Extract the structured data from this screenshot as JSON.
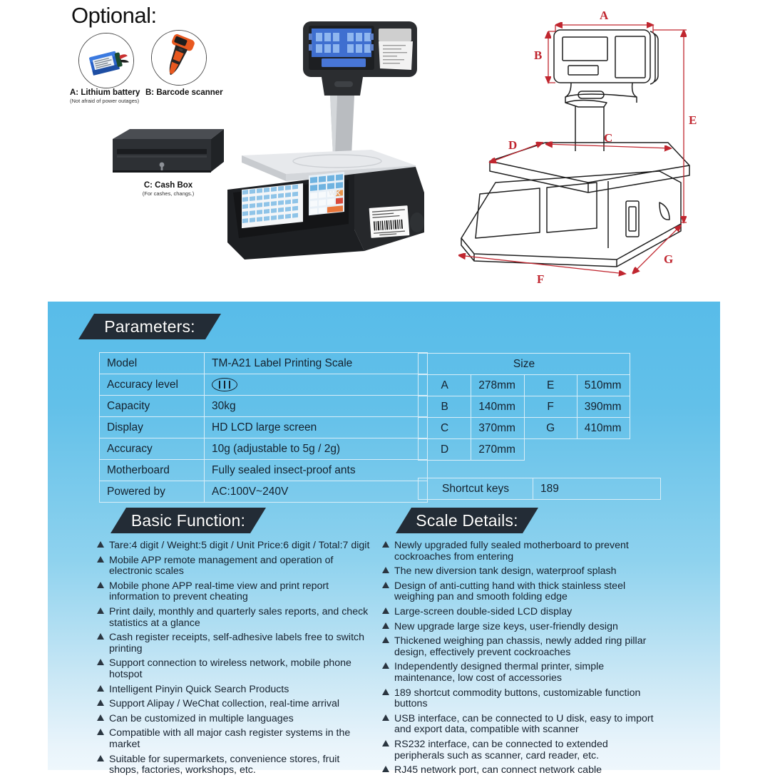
{
  "optional": {
    "title": "Optional:",
    "items": [
      {
        "id": "a",
        "label": "A: Lithium battery",
        "note": "(Not afraid of power outages)",
        "icon": "lithium-battery-icon"
      },
      {
        "id": "b",
        "label": "B: Barcode scanner",
        "note": "",
        "icon": "barcode-scanner-icon"
      },
      {
        "id": "c",
        "label": "C: Cash Box",
        "note": "(For cashes, changs.)",
        "icon": "cash-box-icon"
      }
    ]
  },
  "technical_drawing": {
    "dimension_letters": [
      "A",
      "B",
      "C",
      "D",
      "E",
      "F",
      "G"
    ],
    "line_color": "#c0262f"
  },
  "product_photo": {
    "brand": "WK",
    "alt": "TM-A21 label printing scale with pole display and thermal printer"
  },
  "panel": {
    "gradient_top": "#58bce9",
    "gradient_bottom": "#eef7fc",
    "banner_color": "#232c36"
  },
  "sections": {
    "parameters_title": "Parameters:",
    "basic_title": "Basic Function:",
    "details_title": "Scale Details:"
  },
  "parameters_table": {
    "rows": [
      {
        "key": "Model",
        "value": "TM-A21 Label Printing Scale"
      },
      {
        "key": "Accuracy level",
        "value": "",
        "glyph": "oiml-class-3-icon"
      },
      {
        "key": "Capacity",
        "value": "30kg"
      },
      {
        "key": "Display",
        "value": "HD LCD large screen"
      },
      {
        "key": "Accuracy",
        "value": "10g (adjustable to 5g / 2g)"
      },
      {
        "key": "Motherboard",
        "value": "Fully sealed insect-proof ants"
      },
      {
        "key": "Powered by",
        "value": "AC:100V~240V"
      }
    ]
  },
  "size_table": {
    "header": "Size",
    "rows": [
      {
        "l1": "A",
        "v1": "278mm",
        "l2": "E",
        "v2": "510mm"
      },
      {
        "l1": "B",
        "v1": "140mm",
        "l2": "F",
        "v2": "390mm"
      },
      {
        "l1": "C",
        "v1": "370mm",
        "l2": "G",
        "v2": "410mm"
      },
      {
        "l1": "D",
        "v1": "270mm",
        "l2": "",
        "v2": ""
      }
    ]
  },
  "shortcut_table": {
    "key": "Shortcut keys",
    "value": "189"
  },
  "basic_function": [
    "Tare:4 digit / Weight:5 digit / Unit Price:6 digit / Total:7 digit",
    "Mobile APP remote management and operation of electronic scales",
    "Mobile phone APP real-time view and print report information to prevent cheating",
    "Print daily, monthly and quarterly sales reports, and check statistics at a glance",
    "Cash register receipts, self-adhesive labels free to switch printing",
    "Support connection to wireless network, mobile phone hotspot",
    "Intelligent Pinyin Quick Search Products",
    "Support Alipay / WeChat collection, real-time arrival",
    "Can be customized in multiple languages",
    "Compatible with all major cash register systems in the market",
    "Suitable for supermarkets, convenience stores, fruit shops, factories, workshops, etc."
  ],
  "scale_details": [
    "Newly upgraded fully sealed motherboard to prevent cockroaches from entering",
    "The new diversion tank design, waterproof splash",
    "Design of anti-cutting hand with thick stainless steel weighing pan and smooth folding edge",
    "Large-screen double-sided LCD display",
    "New upgrade large size keys, user-friendly design",
    "Thickened weighing pan chassis, newly added ring pillar design, effectively prevent cockroaches",
    "Independently designed thermal printer, simple maintenance, low cost of accessories",
    "189 shortcut commodity buttons, customizable function buttons",
    "USB interface, can be connected to U disk, easy to import and export data, compatible with scanner",
    "RS232 interface, can be connected to extended peripherals such as scanner, card reader, etc.",
    "RJ45 network port, can connect network cable"
  ]
}
